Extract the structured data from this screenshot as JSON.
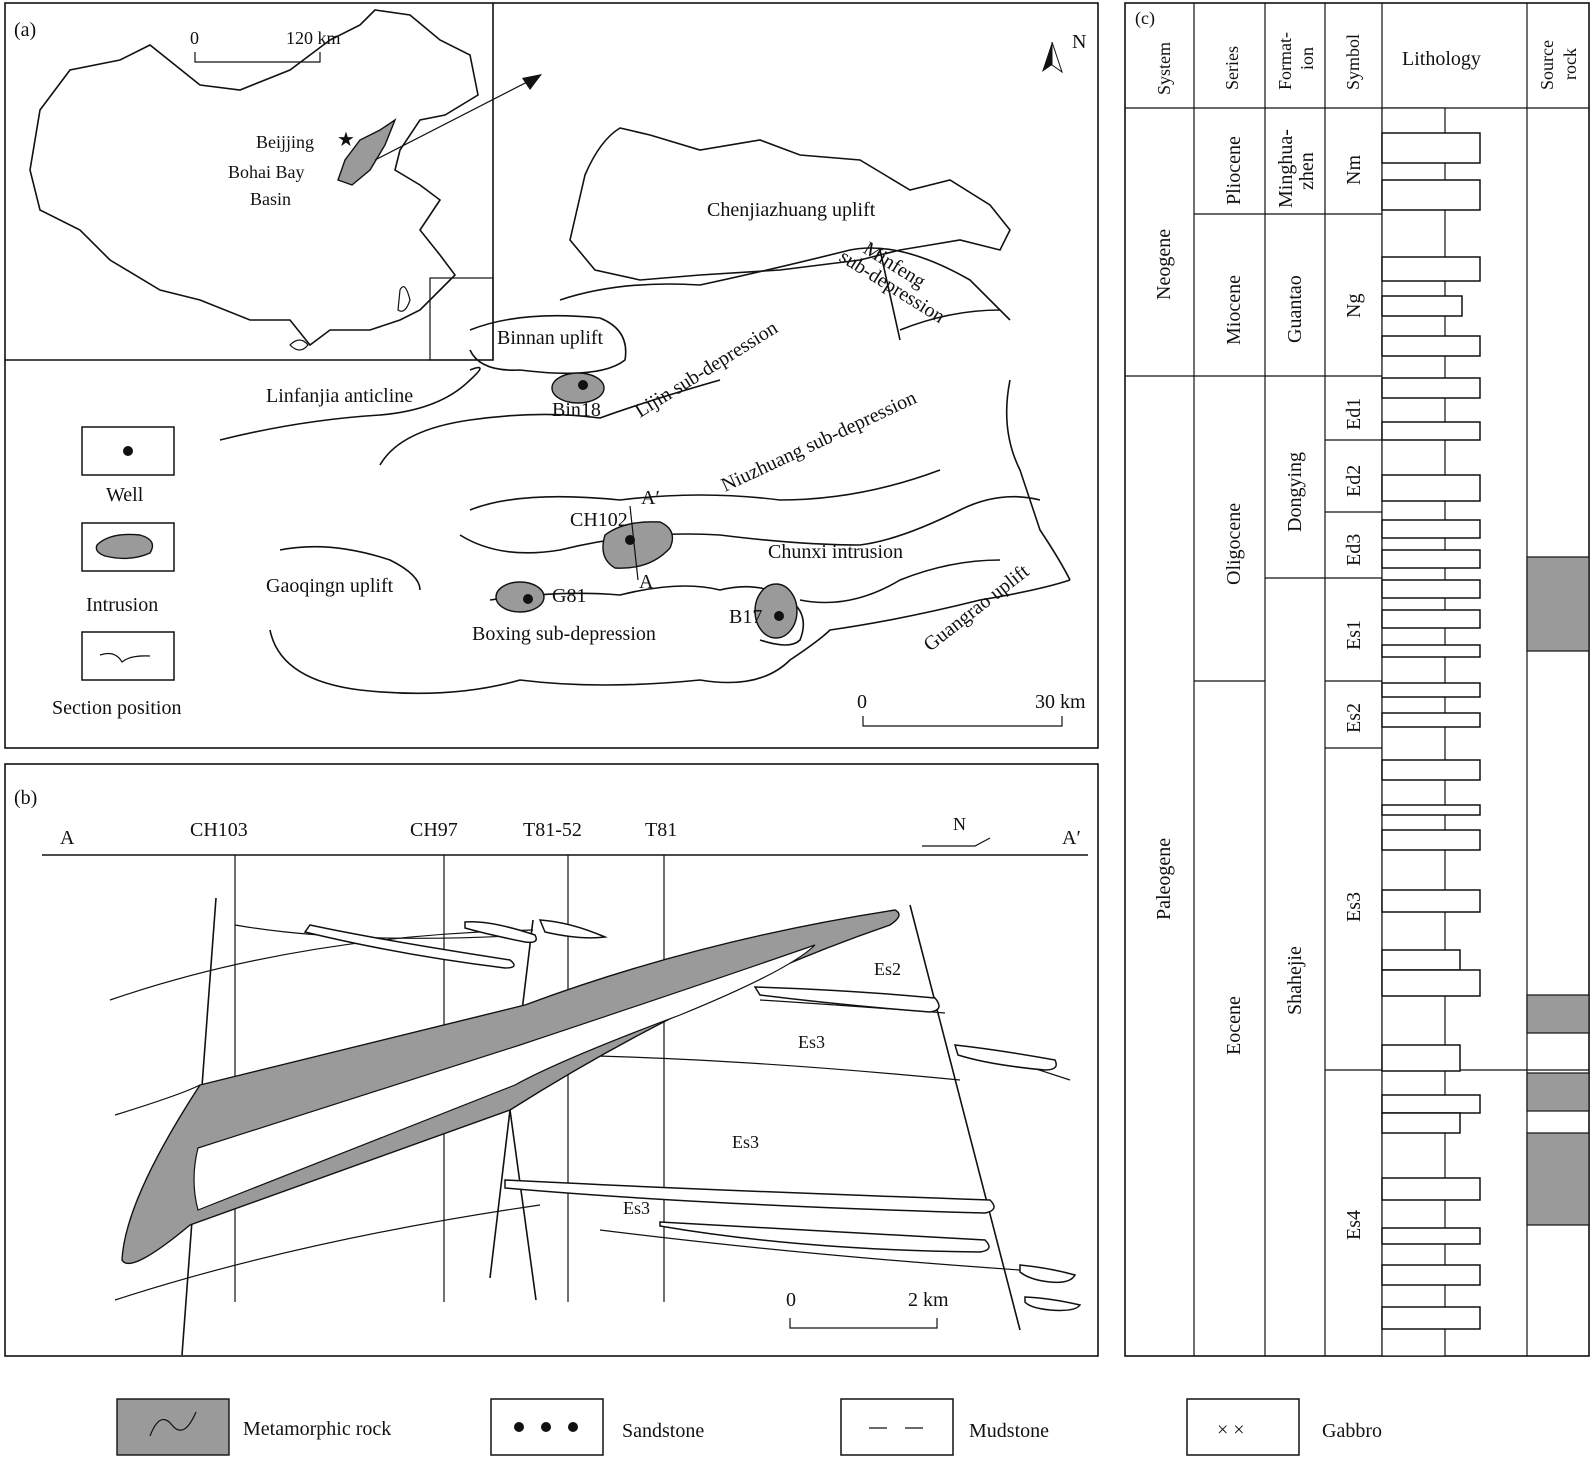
{
  "panel_a": {
    "label": "(a)",
    "scale_inset": {
      "zero": "0",
      "value": "120 km"
    },
    "north": "N",
    "inset_labels": {
      "beijing": "Beijjing",
      "basin_l1": "Bohai Bay",
      "basin_l2": "Basin"
    },
    "units": {
      "chenjiazhuang": "Chenjiazhuang uplift",
      "minfeng_l1": "Minfeng",
      "minfeng_l2": "sub-depression",
      "binnan": "Binnan uplift",
      "lijin": "Lijin sub-depression",
      "linfanjia": "Linfanjia anticline",
      "niuzhuang": "Niuzhuang sub-depression",
      "chunxi": "Chunxi intrusion",
      "gaoqing": "Gaoqingn uplift",
      "boxing": "Boxing sub-depression",
      "guangrao": "Guangrao uplift"
    },
    "wells": {
      "bin18": "Bin18",
      "ch102": "CH102",
      "g81": "G81",
      "b17": "B17"
    },
    "section_ends": {
      "a": "A",
      "a_prime": "A′"
    },
    "legend": {
      "well": "Well",
      "intrusion": "Intrusion",
      "section": "Section position"
    },
    "scale": {
      "zero": "0",
      "value": "30 km"
    }
  },
  "panel_b": {
    "label": "(b)",
    "ends": {
      "a": "A",
      "a_prime": "A′"
    },
    "wells": [
      "CH103",
      "CH97",
      "T81-52",
      "T81"
    ],
    "north": "N",
    "units": {
      "es2": "Es2",
      "es3_a": "Es3",
      "es3_b": "Es3",
      "es3_c": "Es3"
    },
    "scale": {
      "zero": "0",
      "value": "2 km"
    }
  },
  "panel_c": {
    "label": "(c)",
    "headers": {
      "system": "System",
      "series": "Series",
      "formation_l1": "Format-",
      "formation_l2": "ion",
      "symbol": "Symbol",
      "lithology": "Lithology",
      "source_l1": "Source",
      "source_l2": "rock"
    },
    "systems": {
      "neogene": "Neogene",
      "paleogene": "Paleogene"
    },
    "series": {
      "pliocene": "Pliocene",
      "miocene": "Miocene",
      "oligocene": "Oligocene",
      "eocene": "Eocene"
    },
    "formations": {
      "minghua_l1": "Minghua-",
      "minghua_l2": "zhen",
      "guantao": "Guantao",
      "dongying": "Dongying",
      "shahejie": "Shahejie"
    },
    "symbols": {
      "nm": "Nm",
      "ng": "Ng",
      "ed1": "Ed1",
      "ed2": "Ed2",
      "ed3": "Ed3",
      "es1": "Es1",
      "es2": "Es2",
      "es3": "Es3",
      "es4": "Es4"
    }
  },
  "legend_bottom": {
    "metamorphic": "Metamorphic rock",
    "sandstone": "Sandstone",
    "mudstone": "Mudstone",
    "gabbro": "Gabbro"
  }
}
